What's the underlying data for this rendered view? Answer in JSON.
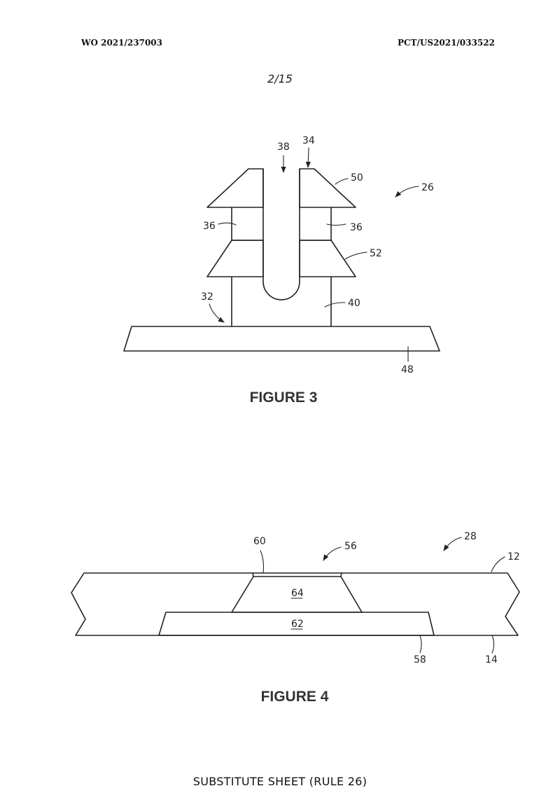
{
  "header": {
    "publication_number": "WO 2021/237003",
    "application_number": "PCT/US2021/033522"
  },
  "sheet_number": "2/15",
  "figure3": {
    "caption": "FIGURE 3",
    "refs": {
      "r26": "26",
      "r34": "34",
      "r38": "38",
      "r50": "50",
      "r36_left": "36",
      "r36_right": "36",
      "r52": "52",
      "r32": "32",
      "r40": "40",
      "r48": "48"
    }
  },
  "figure4": {
    "caption": "FIGURE 4",
    "refs": {
      "r28": "28",
      "r56": "56",
      "r60": "60",
      "r12": "12",
      "r64": "64",
      "r62": "62",
      "r58": "58",
      "r14": "14"
    }
  },
  "footer": "SUBSTITUTE SHEET (RULE 26)"
}
